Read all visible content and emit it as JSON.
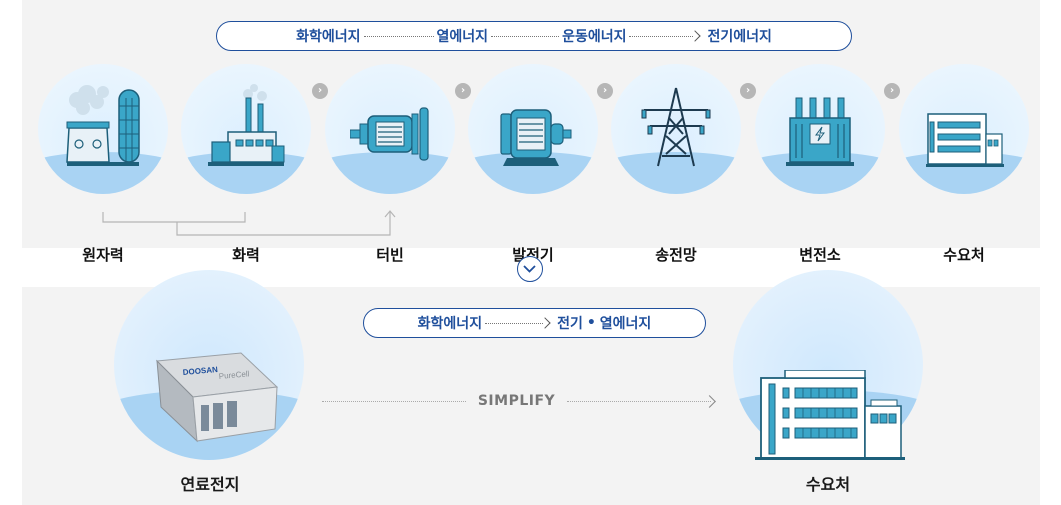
{
  "top": {
    "flow": [
      "화학에너지",
      "열에너지",
      "운동에너지",
      "전기에너지"
    ],
    "nodes": [
      "원자력",
      "화력",
      "터빈",
      "발전기",
      "송전망",
      "변전소",
      "수요처"
    ]
  },
  "toggle_icon": "chevron-down-icon",
  "bottom": {
    "flow_from": "화학에너지",
    "flow_to_a": "전기",
    "flow_sep": "•",
    "flow_to_b": "열에너지",
    "left_label": "연료전지",
    "right_label": "수요처",
    "simplify": "SIMPLIFY",
    "fuel_cell_brand": "DOOSAN",
    "fuel_cell_product": "PureCell"
  },
  "colors": {
    "accent": "#1f4f9c",
    "icon_teal": "#3aa6c8",
    "panel": "#f3f3f3"
  }
}
